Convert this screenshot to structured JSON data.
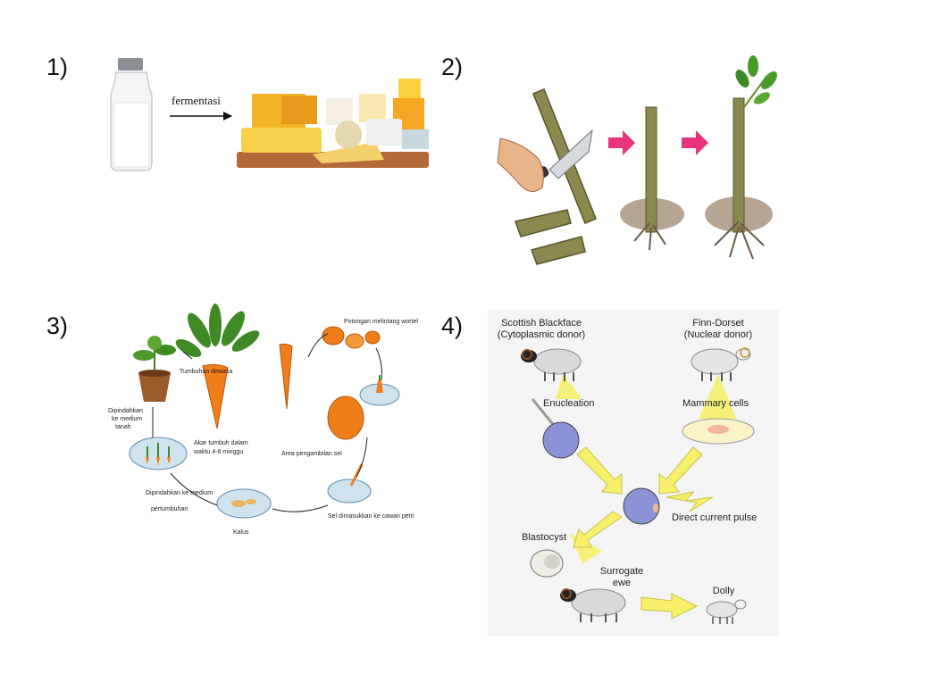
{
  "panels": [
    {
      "number": "1)",
      "arrow_label": "fermentasi"
    },
    {
      "number": "2)"
    },
    {
      "number": "3)",
      "labels": {
        "mature_plant": "Tumbuhan dewasa",
        "cross_section": "Potongan melintang wortel",
        "cell_area": "Area pengambilan sel",
        "cells_inserted": "Sel dimasukkan ke cawan petri",
        "callus": "Kalus",
        "moved_growth_1": "Dipindahkan ke medium",
        "moved_growth_2": "pertumbuhan",
        "roots_1": "Akar tumbuh dalam",
        "roots_2": "waktu 4-8 minggu",
        "moved_soil_1": "Dipindahkan",
        "moved_soil_2": "ke medium",
        "moved_soil_3": "tanah"
      }
    },
    {
      "number": "4)",
      "labels": {
        "donor1_name": "Scottish Blackface",
        "donor1_role": "(Cytoplasmic donor)",
        "donor2_name": "Finn-Dorset",
        "donor2_role": "(Nuclear donor)",
        "enucleation": "Enucleation",
        "mammary": "Mammary cells",
        "pulse": "Direct current pulse",
        "blastocyst": "Blastocyst",
        "surrogate_1": "Surrogate",
        "surrogate_2": "ewe",
        "dolly": "Dolly"
      }
    }
  ],
  "colors": {
    "arrow_pink": "#e8327c",
    "cheese": "#f2c230",
    "carrot": "#ef7d1a",
    "beam_yellow": "#f5ef6a",
    "cell_blue": "#8b93d6",
    "bg_panel4": "#f4f4f4"
  }
}
